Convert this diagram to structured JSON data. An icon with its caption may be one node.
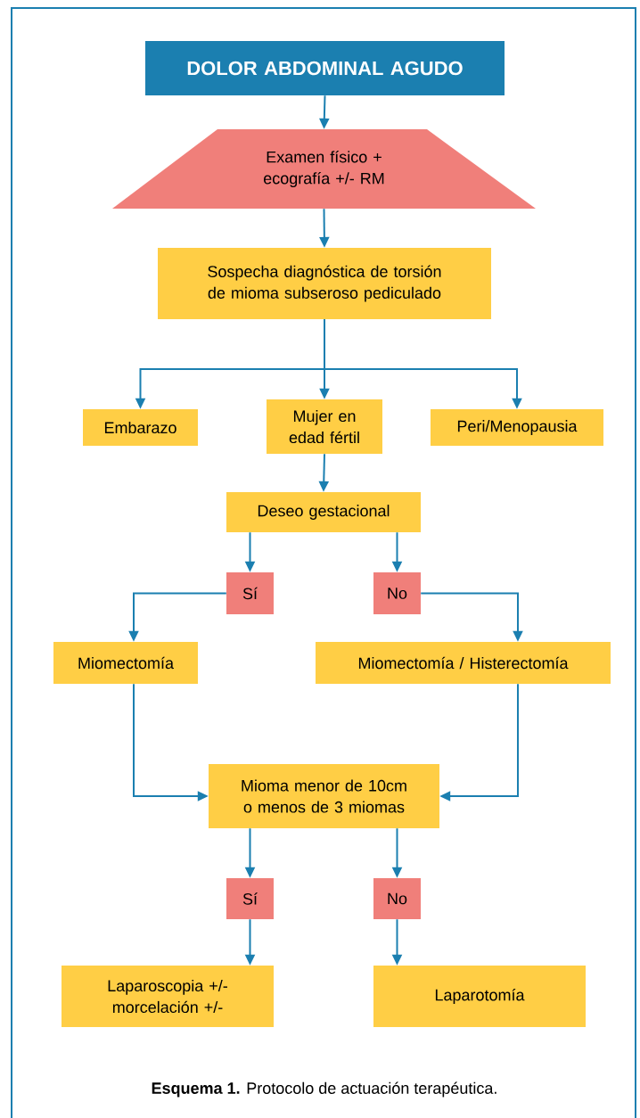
{
  "diagram": {
    "caption": "**Esquema 1.** Protocolo de actuación terapéutica.",
    "nodes": [
      {
        "text": [
          "DOLOR ABDOMINAL AGUDO"
        ]
      },
      {
        "text": [
          "Examen físico + ecografía +/- RM"
        ]
      },
      {
        "text": [
          "Sospecha diagnóstica de torsión de mioma subseroso pediculado"
        ]
      },
      {
        "text": [
          "Embarazo"
        ]
      },
      {
        "text": [
          "Mujer en edad fértil"
        ]
      },
      {
        "text": [
          "Peri/Menopausia"
        ]
      },
      {
        "text": [
          "Deseo gestacional"
        ]
      },
      {
        "text": [
          "Sí"
        ]
      },
      {
        "text": [
          "No"
        ]
      },
      {
        "text": [
          "Miomectomía"
        ]
      },
      {
        "text": [
          "Miomectomía / Histerectomía"
        ]
      },
      {
        "text": [
          "Mioma menor de 10cm o menos de 3 miomas"
        ]
      },
      {
        "text": [
          "Sí"
        ]
      },
      {
        "text": [
          "No"
        ]
      },
      {
        "text": [
          "Laparoscopia +/- morcelación +/-"
        ]
      },
      {
        "text": [
          "Laparotomía"
        ]
      }
    ],
    "edges": [
      {
        "from": 0,
        "to": 1,
        "arrow": "to"
      },
      {
        "from": 1,
        "to": 2,
        "arrow": "to"
      },
      {
        "from": 2,
        "to": 3,
        "arrow": "to"
      },
      {
        "from": 2,
        "to": 4,
        "arrow": "to"
      },
      {
        "from": 2,
        "to": 5,
        "arrow": "to"
      },
      {
        "from": 4,
        "to": 6,
        "arrow": "to"
      },
      {
        "from": 6,
        "to": 7,
        "arrow": "to"
      },
      {
        "from": 6,
        "to": 8,
        "arrow": "to"
      },
      {
        "from": 7,
        "to": 9,
        "arrow": "to"
      },
      {
        "from": 8,
        "to": 10,
        "arrow": "to"
      },
      {
        "from": 9,
        "to": 11,
        "arrow": "to"
      },
      {
        "from": 10,
        "to": 11,
        "arrow": "to"
      },
      {
        "from": 11,
        "to": 12,
        "arrow": "to"
      },
      {
        "from": 11,
        "to": 13,
        "arrow": "to"
      },
      {
        "from": 12,
        "to": 14,
        "arrow": "to"
      },
      {
        "from": 13,
        "to": 15,
        "arrow": "to"
      }
    ]
  }
}
